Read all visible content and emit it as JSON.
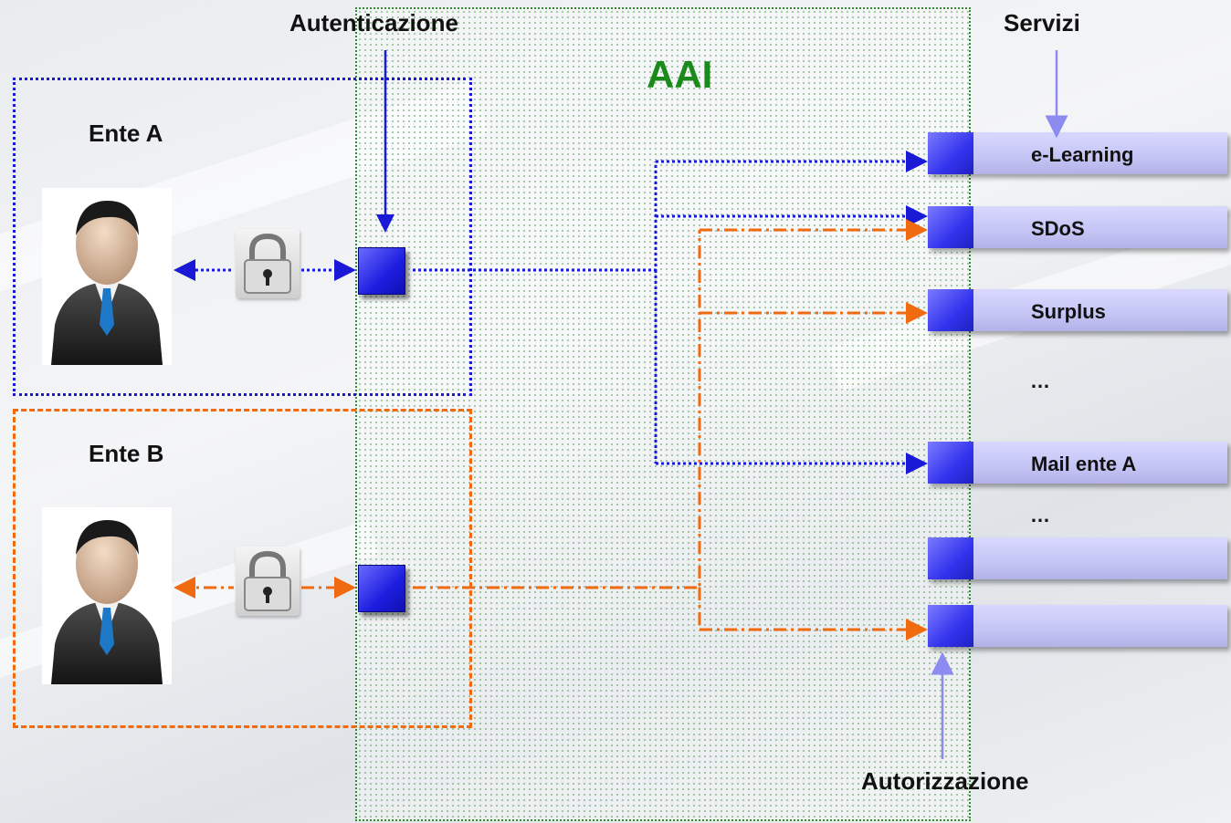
{
  "title": "AAI",
  "labels": {
    "autenticazione": "Autenticazione",
    "servizi": "Servizi",
    "autorizzazione": "Autorizzazione",
    "ente_a": "Ente A",
    "ente_b": "Ente B"
  },
  "services": [
    {
      "label": "e-Learning"
    },
    {
      "label": "SDoS"
    },
    {
      "label": "Surplus"
    },
    {
      "label": "Mail ente A"
    },
    {
      "label": ""
    },
    {
      "label": ""
    }
  ],
  "ellipses": [
    "…",
    "…"
  ],
  "colors": {
    "ente_a_line": "#1a1ad6",
    "ente_b_line": "#f06a10",
    "aai_title": "#1a8a1a",
    "service_arrow": "#8c8cf0"
  },
  "icons": [
    "user-silhouette-icon",
    "padlock-icon"
  ]
}
